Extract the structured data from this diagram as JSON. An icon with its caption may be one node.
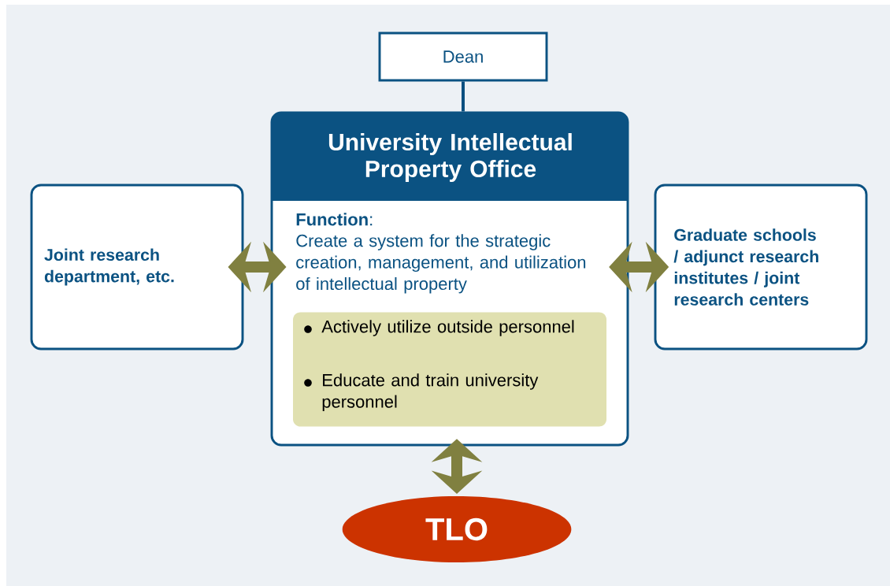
{
  "diagram": {
    "nodes": [
      {
        "text": [
          "Dean"
        ]
      },
      {
        "text": [
          "University Intellectual Property Office",
          "**Function**:",
          "Create a system for the strategic creation, management, and utilization of intellectual property"
        ]
      },
      {
        "text": [
          "Actively utilize outside personnel",
          "Educate and train university personnel"
        ],
        "in": 1
      },
      {
        "text": [
          "Joint research department, etc."
        ]
      },
      {
        "text": [
          "Graduate schools / adjunct research institutes / joint research centers"
        ]
      },
      {
        "text": [
          "TLO"
        ]
      }
    ],
    "edges": [
      {
        "from": 0,
        "to": 1,
        "arrow": "none",
        "color": "#0b4f80"
      },
      {
        "from": 3,
        "to": 1,
        "arrow": "both"
      },
      {
        "from": 1,
        "to": 4,
        "arrow": "both"
      },
      {
        "from": 1,
        "to": 5,
        "arrow": "both"
      }
    ]
  }
}
